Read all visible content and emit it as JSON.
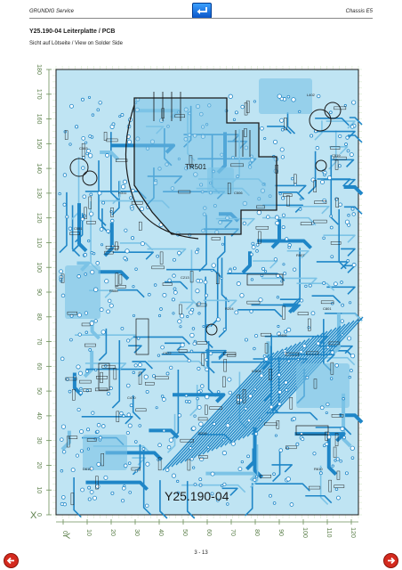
{
  "header": {
    "brand": "GRUNDIG Service",
    "chassis": "Chassis E5"
  },
  "title": "Y25.190-04 Leiterplatte / PCB",
  "subtitle": "Sicht auf Lötseite / View on Solder Side",
  "pcb": {
    "board_label": "Y25.190-04",
    "transformer_label": "TR501",
    "y_axis_letter": "X",
    "x_axis_letter": "Y",
    "x_ticks": [
      "0",
      "10",
      "20",
      "30",
      "40",
      "50",
      "60",
      "70",
      "80",
      "90",
      "100",
      "110",
      "120"
    ],
    "y_ticks": [
      "0",
      "10",
      "20",
      "30",
      "40",
      "50",
      "60",
      "70",
      "80",
      "90",
      "100",
      "110",
      "120",
      "130",
      "140",
      "150",
      "160",
      "170",
      "180"
    ],
    "component_labels": [
      "L402",
      "C519",
      "C503",
      "C506",
      "R507",
      "C551",
      "R588",
      "C213",
      "R204",
      "R406",
      "C470",
      "IC601",
      "R219",
      "D616",
      "R610",
      "C522",
      "C801",
      "R311"
    ],
    "colors": {
      "board": "#bfe4f3",
      "trace": "#1f86c7",
      "trace_light": "#7cc3e6",
      "silk": "#1a1a1a",
      "grid": "#b7d8a8",
      "axis": "#6c8f5a"
    }
  },
  "footer": {
    "page": "3 - 13"
  },
  "nav": {
    "accent": "#d42a1e",
    "back_accent": "#0a56c8"
  }
}
